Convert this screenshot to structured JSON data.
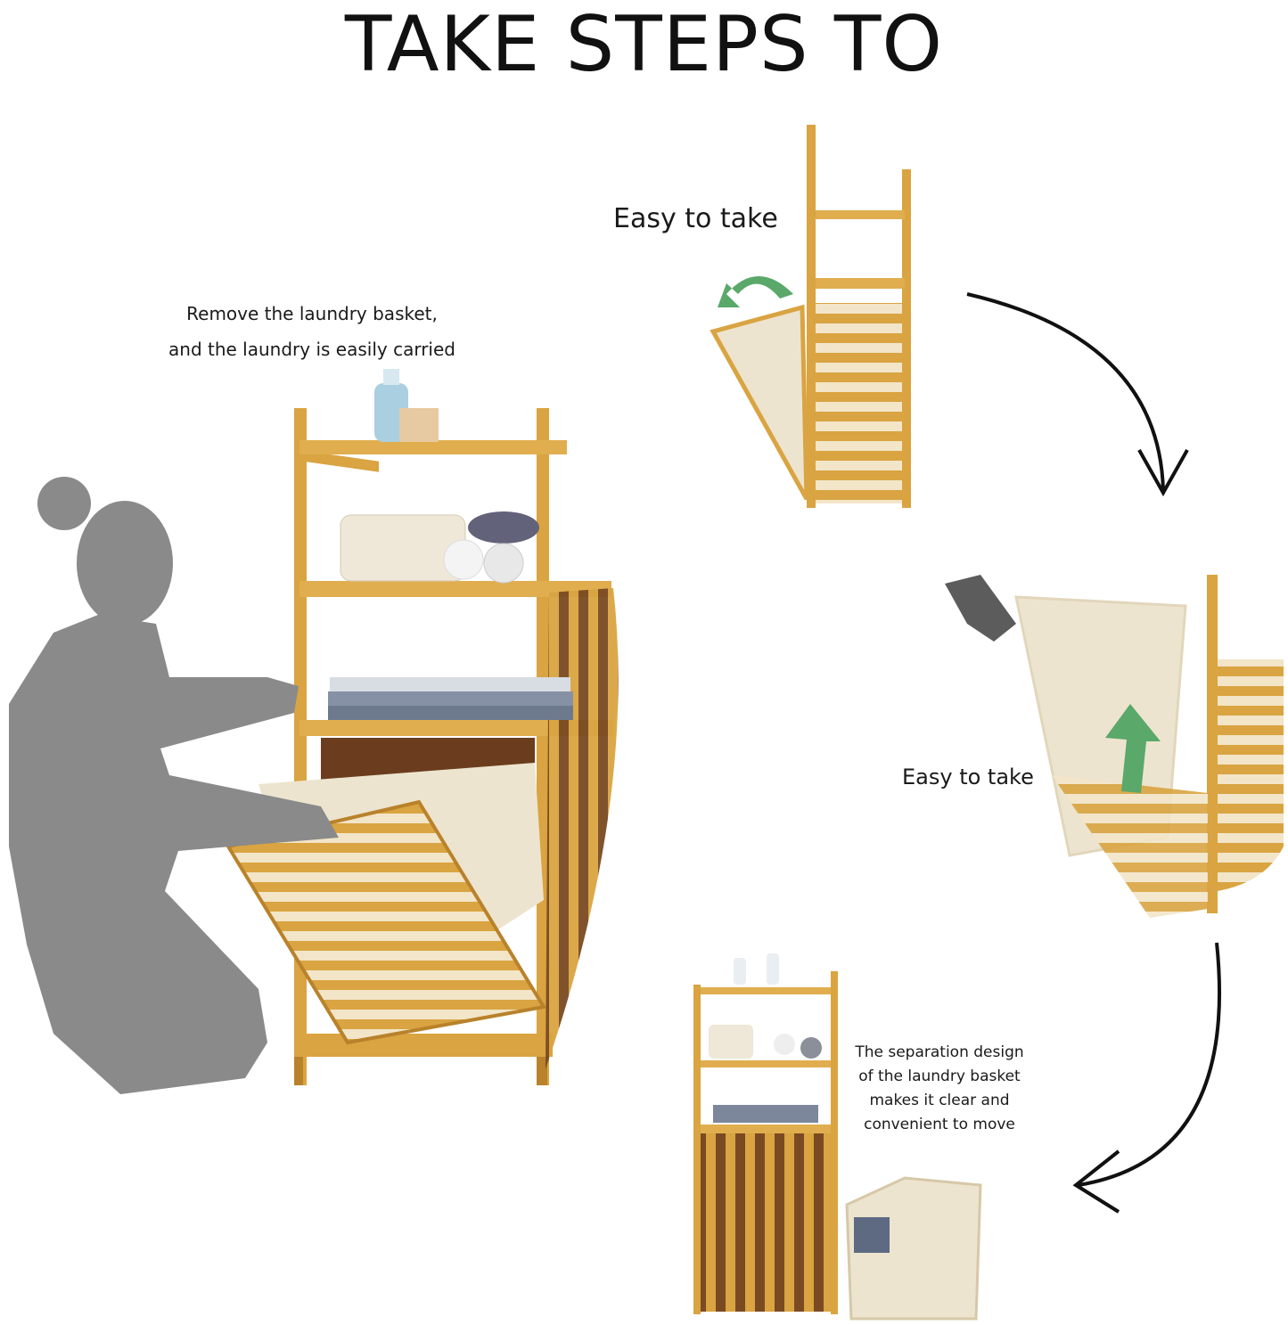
{
  "heading": "TAKE STEPS TO",
  "captions": {
    "remove_line1": "Remove the laundry basket,",
    "remove_line2": "and the laundry is easily carried",
    "easy_take_top": "Easy to take",
    "easy_take_mid": "Easy to take",
    "separation_lines": [
      "The separation design",
      "of the laundry basket",
      "makes it clear and",
      "convenient to move"
    ]
  },
  "colors": {
    "bamboo": "#d9a441",
    "bamboo_dark": "#b9822a",
    "silhouette": "#8a8a8a",
    "fabric": "#ede4cf",
    "green_arrow": "#5aa86a",
    "curve_arrow": "#111111"
  }
}
